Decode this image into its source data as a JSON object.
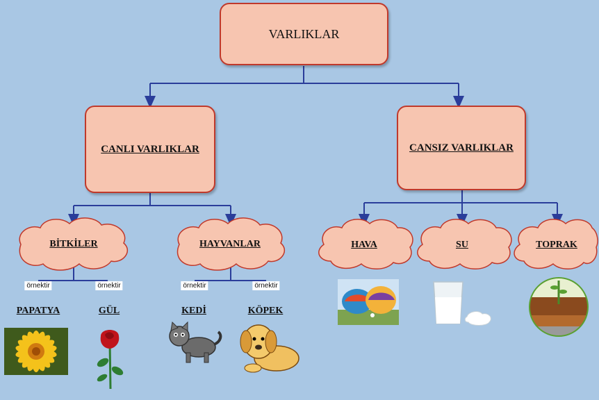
{
  "root": {
    "label": "VARLIKLAR"
  },
  "branches": [
    {
      "label": "CANLI VARLIKLAR"
    },
    {
      "label": "CANSIZ VARLIKLAR"
    }
  ],
  "canli_children": [
    {
      "label": "BİTKİLER"
    },
    {
      "label": "HAYVANLAR"
    }
  ],
  "cansiz_children": [
    {
      "label": "HAVA"
    },
    {
      "label": "SU"
    },
    {
      "label": "TOPRAK"
    }
  ],
  "example_tag": "örnektir",
  "examples": [
    {
      "label": "PAPATYA",
      "icon": "daisy-icon"
    },
    {
      "label": "GÜL",
      "icon": "rose-icon"
    },
    {
      "label": "KEDİ",
      "icon": "cat-icon"
    },
    {
      "label": "KÖPEK",
      "icon": "dog-icon"
    }
  ],
  "colors": {
    "background": "#a9c7e4",
    "box_fill": "#f7c5b0",
    "box_border": "#c0392b",
    "connector": "#2a3d9a"
  }
}
